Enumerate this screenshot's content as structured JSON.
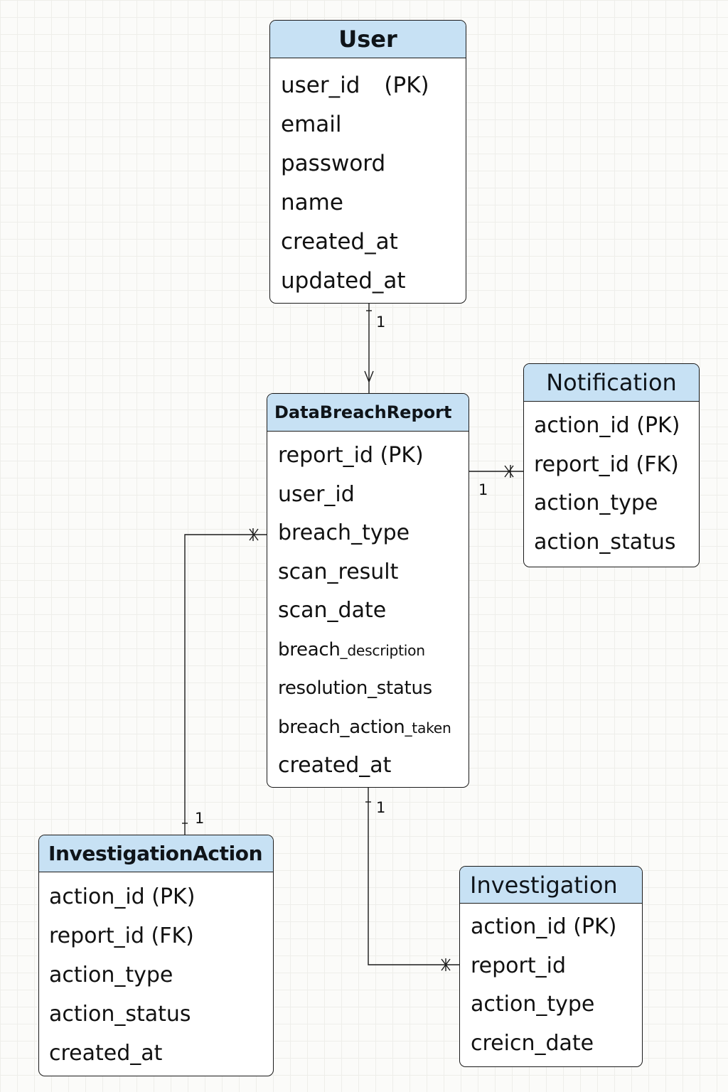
{
  "entities": {
    "user": {
      "title": "User",
      "attrs": {
        "user_id": "user_id",
        "user_id_key": "(PK)",
        "email": "email",
        "password": "password",
        "name": "name",
        "created_at": "created_at",
        "updated_at": "updated_at"
      }
    },
    "data_breach_report": {
      "title": "DataBreachReport",
      "attrs": [
        "report_id (PK)",
        "user_id",
        "breach_type",
        "scan_result",
        "scan_date"
      ],
      "breach_description": {
        "prefix": "breach",
        "suffix": "_description"
      },
      "resolution_status": "resolution_status",
      "breach_action_taken": {
        "prefix": "breach_action",
        "suffix": "_taken"
      },
      "created_at": "created_at"
    },
    "notification": {
      "title": "Notification",
      "attrs": [
        "action_id (PK)",
        "report_id (FK)",
        "action_type",
        "action_status"
      ]
    },
    "investigation_action": {
      "title": "InvestigationAction",
      "attrs": [
        "action_id (PK)",
        "report_id (FK)",
        "action_type",
        "action_status",
        "created_at"
      ]
    },
    "investigation": {
      "title": "Investigation",
      "attrs": [
        "action_id (PK)",
        "report_id",
        "action_type",
        "creicn_date"
      ]
    }
  },
  "relationships": {
    "user_report": {
      "from": "User",
      "to": "DataBreachReport",
      "label": "1"
    },
    "report_notification": {
      "from": "DataBreachReport",
      "to": "Notification",
      "label": "1"
    },
    "action_report": {
      "from": "InvestigationAction",
      "to": "DataBreachReport",
      "label": "1"
    },
    "report_investigation": {
      "from": "DataBreachReport",
      "to": "Investigation",
      "label": "1"
    }
  },
  "colors": {
    "header_fill": "#c7e1f4",
    "border": "#1a1a1a",
    "line": "#1a1a1a",
    "background": "#fbfbf9"
  }
}
